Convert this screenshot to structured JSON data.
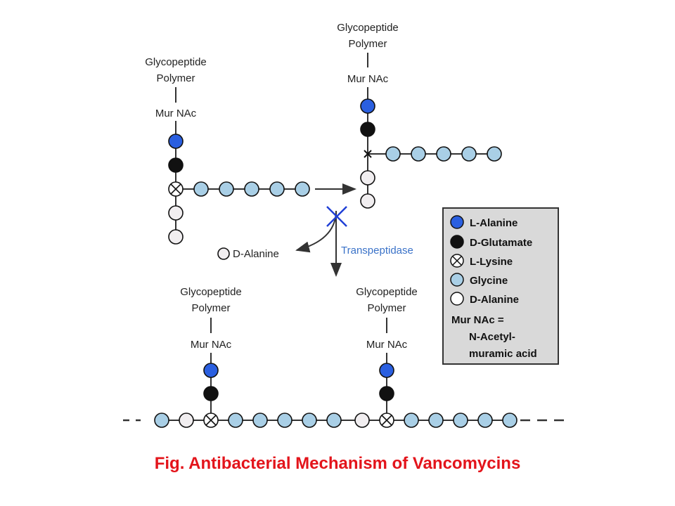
{
  "colors": {
    "l_alanine": "#2a5fe0",
    "d_glutamate": "#111111",
    "glycine": "#a9cfe6",
    "d_alanine": "#f1eef0",
    "inhibition_mark": "#1f3fd6",
    "enzyme_label": "#3a72c8",
    "caption": "#e3141b"
  },
  "labels": {
    "glycopeptide": "Glycopeptide",
    "polymer": "Polymer",
    "murnac": "Mur NAc",
    "released": "D-Alanine",
    "enzyme": "Transpeptidase"
  },
  "legend": {
    "items": [
      {
        "label": "L-Alanine",
        "symbol": "l_alanine"
      },
      {
        "label": "D-Glutamate",
        "symbol": "d_glutamate"
      },
      {
        "label": "L-Lysine",
        "symbol": "lysine"
      },
      {
        "label": "Glycine",
        "symbol": "glycine"
      },
      {
        "label": "D-Alanine",
        "symbol": "d_alanine"
      }
    ],
    "note_lines": [
      "Mur NAc =",
      "N-Acetyl-",
      "muramic acid"
    ]
  },
  "caption": "Fig. Antibacterial Mechanism of Vancomycins"
}
